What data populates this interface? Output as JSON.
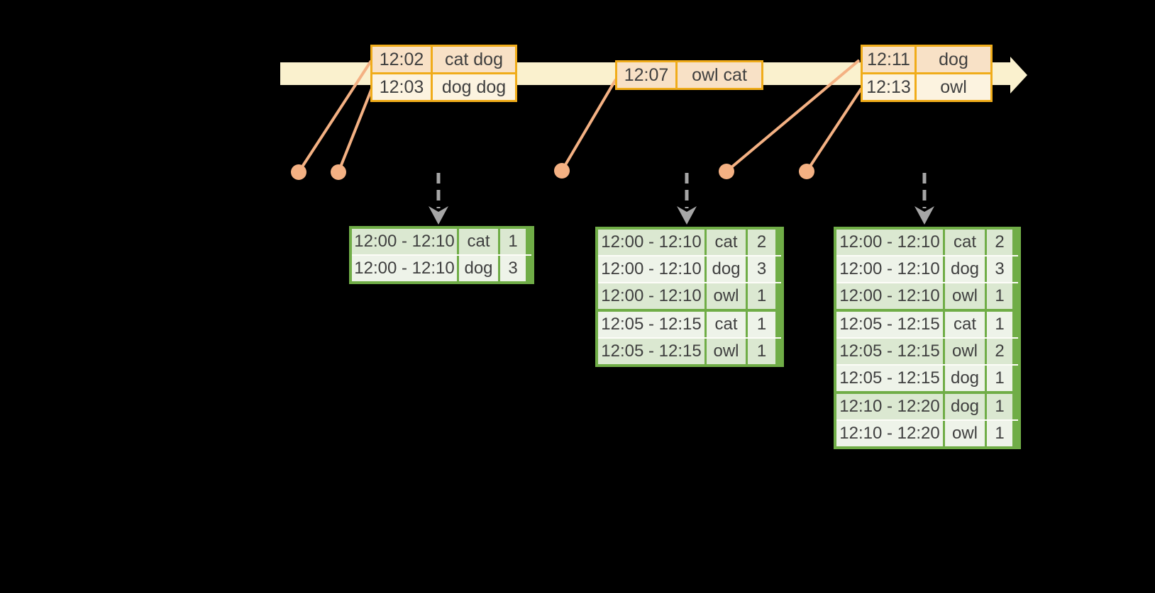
{
  "diagram": {
    "colors": {
      "background": "#000000",
      "timeline_band": "#FAF1CE",
      "event_table_border": "#F0AC1A",
      "event_row_peach": "#F8E1C6",
      "event_row_cream": "#FCF3E0",
      "connector_orange": "#F4B183",
      "result_table_border": "#70AD47",
      "result_row_dark": "#DBE8D1",
      "result_row_light": "#EEF3E9",
      "trigger_arrow_gray": "#A6A6A6",
      "text": "#3F3F3F"
    },
    "timeline": {
      "event_groups": [
        {
          "rows": [
            {
              "time": "12:02",
              "words": "cat dog"
            },
            {
              "time": "12:03",
              "words": "dog dog"
            }
          ]
        },
        {
          "rows": [
            {
              "time": "12:07",
              "words": "owl cat"
            }
          ]
        },
        {
          "rows": [
            {
              "time": "12:11",
              "words": "dog"
            },
            {
              "time": "12:13",
              "words": "owl"
            }
          ]
        }
      ]
    },
    "result_tables": [
      {
        "rows": [
          {
            "window": "12:00 - 12:10",
            "word": "cat",
            "count": "1"
          },
          {
            "window": "12:00 - 12:10",
            "word": "dog",
            "count": "3"
          }
        ]
      },
      {
        "rows": [
          {
            "window": "12:00 - 12:10",
            "word": "cat",
            "count": "2"
          },
          {
            "window": "12:00 - 12:10",
            "word": "dog",
            "count": "3"
          },
          {
            "window": "12:00 - 12:10",
            "word": "owl",
            "count": "1"
          },
          {
            "window": "12:05 - 12:15",
            "word": "cat",
            "count": "1"
          },
          {
            "window": "12:05 - 12:15",
            "word": "owl",
            "count": "1"
          }
        ]
      },
      {
        "rows": [
          {
            "window": "12:00 - 12:10",
            "word": "cat",
            "count": "2"
          },
          {
            "window": "12:00 - 12:10",
            "word": "dog",
            "count": "3"
          },
          {
            "window": "12:00 - 12:10",
            "word": "owl",
            "count": "1"
          },
          {
            "window": "12:05 - 12:15",
            "word": "cat",
            "count": "1"
          },
          {
            "window": "12:05 - 12:15",
            "word": "owl",
            "count": "2"
          },
          {
            "window": "12:05 - 12:15",
            "word": "dog",
            "count": "1"
          },
          {
            "window": "12:10 - 12:20",
            "word": "dog",
            "count": "1"
          },
          {
            "window": "12:10 - 12:20",
            "word": "owl",
            "count": "1"
          }
        ]
      }
    ]
  }
}
